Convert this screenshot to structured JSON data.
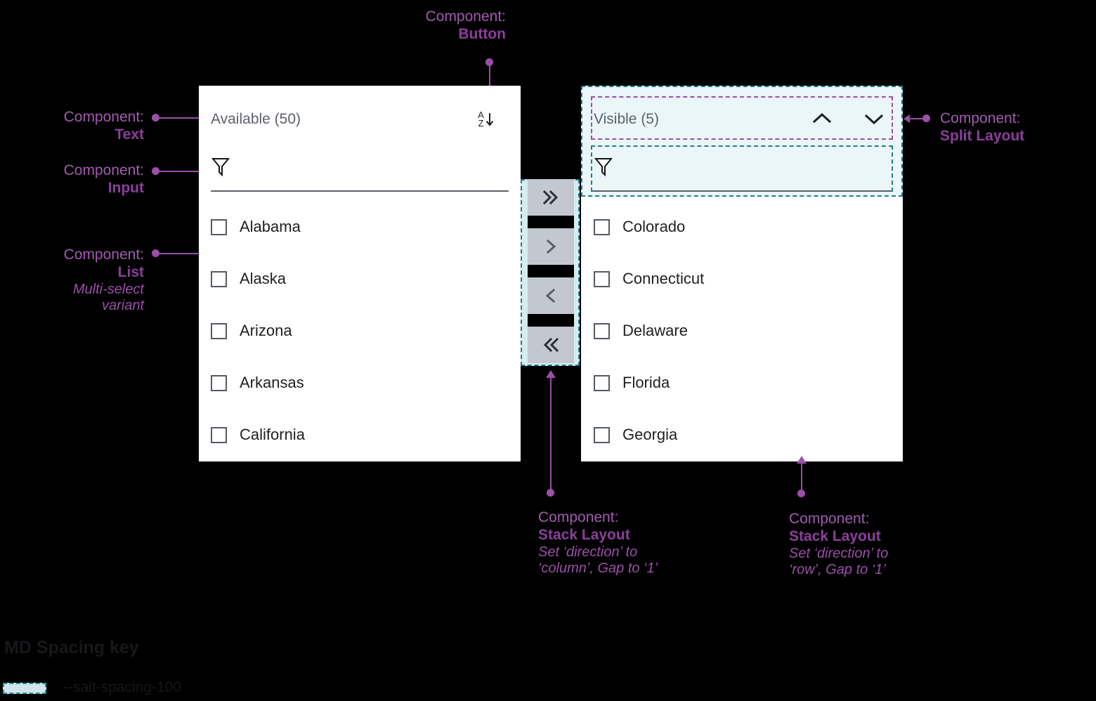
{
  "annotations": {
    "button": {
      "label": "Component:",
      "name": "Button"
    },
    "text": {
      "label": "Component:",
      "name": "Text"
    },
    "input": {
      "label": "Component:",
      "name": "Input"
    },
    "list": {
      "label": "Component:",
      "name": "List",
      "detail1": "Multi-select",
      "detail2": "variant"
    },
    "split_layout": {
      "label": "Component:",
      "name": "Split Layout"
    },
    "stack_column": {
      "label": "Component:",
      "name": "Stack Layout",
      "detail1": "Set ‘direction’ to",
      "detail2": "‘column’, Gap to ‘1’"
    },
    "stack_row": {
      "label": "Component:",
      "name": "Stack Layout",
      "detail1": "Set ‘direction’ to",
      "detail2": "‘row’, Gap to ‘1’"
    }
  },
  "available_panel": {
    "title": "Available (50)",
    "sort_icon": "sort-az-descending-icon",
    "sort_a": "A",
    "sort_z": "Z",
    "filter_icon": "filter-funnel-icon",
    "filter_value": "",
    "filter_placeholder": "",
    "items": [
      {
        "label": "Alabama",
        "checked": false
      },
      {
        "label": "Alaska",
        "checked": false
      },
      {
        "label": "Arizona",
        "checked": false
      },
      {
        "label": "Arkansas",
        "checked": false
      },
      {
        "label": "California",
        "checked": false
      }
    ]
  },
  "visible_panel": {
    "title": "Visible (5)",
    "move_up_icon": "chevron-up-icon",
    "move_down_icon": "chevron-down-icon",
    "filter_icon": "filter-funnel-icon",
    "filter_value": "",
    "filter_placeholder": "",
    "items": [
      {
        "label": "Colorado",
        "checked": false
      },
      {
        "label": "Connecticut",
        "checked": false
      },
      {
        "label": "Delaware",
        "checked": false
      },
      {
        "label": "Florida",
        "checked": false
      },
      {
        "label": "Georgia",
        "checked": false
      }
    ]
  },
  "transfer_buttons": [
    {
      "name": "move-all-right-button",
      "icon": "double-chevron-right-icon"
    },
    {
      "name": "move-right-button",
      "icon": "chevron-right-icon"
    },
    {
      "name": "move-left-button",
      "icon": "chevron-left-icon"
    },
    {
      "name": "move-all-left-button",
      "icon": "double-chevron-left-icon"
    }
  ],
  "spacing_key": {
    "title": "MD Spacing key",
    "token": "--salt-spacing-100"
  },
  "colors": {
    "accent_purple": "#9b4fa8",
    "accent_purple_bold": "#8d3f9c",
    "spacing_teal_fill": "#d7ecef",
    "spacing_teal_stroke": "#1f7e8c",
    "button_gray": "#c3c7cf",
    "panel_bg": "#ffffff",
    "page_bg": "#000000"
  }
}
